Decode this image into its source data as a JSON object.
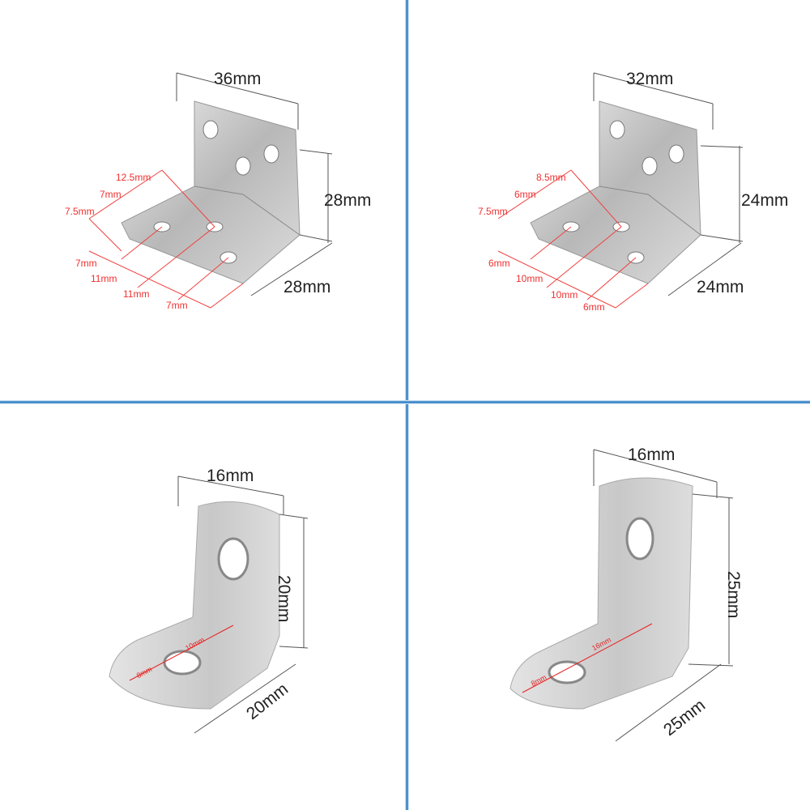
{
  "panels": [
    {
      "width": "36mm",
      "height": "28mm",
      "depth": "28mm",
      "red": [
        "12.5mm",
        "7mm",
        "7.5mm",
        "7mm",
        "11mm",
        "11mm",
        "7mm"
      ]
    },
    {
      "width": "32mm",
      "height": "24mm",
      "depth": "24mm",
      "red": [
        "8.5mm",
        "6mm",
        "7.5mm",
        "6mm",
        "10mm",
        "10mm",
        "6mm"
      ]
    },
    {
      "width": "16mm",
      "height": "20mm",
      "depth": "20mm",
      "red": [
        "10mm",
        "8mm"
      ]
    },
    {
      "width": "16mm",
      "height": "25mm",
      "depth": "25mm",
      "red": [
        "16mm",
        "8mm"
      ]
    }
  ],
  "colors": {
    "divider": "#2f7fc6",
    "dimension": "#f03030"
  }
}
